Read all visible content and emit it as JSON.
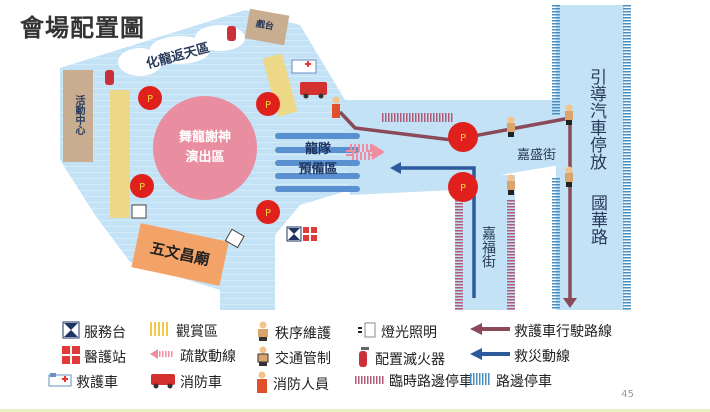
{
  "title": "會場配置圖",
  "map": {
    "areas": {
      "performance": [
        "舞龍謝神",
        "演出區"
      ],
      "dragon_return": "化龍返天區",
      "stage": "戲台",
      "activity_center": "活動中心",
      "temple": "五文昌廟",
      "dragon_team": [
        "龍隊",
        "預備區"
      ]
    },
    "streets": {
      "jiasheng": "嘉盛街",
      "jiafu": "嘉福街",
      "guohua": "國華路",
      "parking_note": "引導汽車停放"
    },
    "parking_symbol": "P"
  },
  "legend": [
    {
      "icon": "service-desk-icon",
      "label": "服務台"
    },
    {
      "icon": "viewing-area-icon",
      "label": "觀賞區"
    },
    {
      "icon": "order-guard-icon",
      "label": "秩序維護"
    },
    {
      "icon": "lighting-icon",
      "label": "燈光照明"
    },
    {
      "icon": "ambulance-route-icon",
      "label": "救護車行駛路線"
    },
    {
      "icon": "medical-station-icon",
      "label": "醫護站"
    },
    {
      "icon": "evacuation-route-icon",
      "label": "疏散動線"
    },
    {
      "icon": "traffic-control-icon",
      "label": "交通管制"
    },
    {
      "icon": "fire-extinguisher-icon",
      "label": "配置滅火器"
    },
    {
      "icon": "rescue-route-icon",
      "label": "救災動線"
    },
    {
      "icon": "ambulance-icon",
      "label": "救護車"
    },
    {
      "icon": "fire-truck-icon",
      "label": "消防車"
    },
    {
      "icon": "firefighter-icon",
      "label": "消防人員"
    },
    {
      "icon": "temp-parking-icon",
      "label": "臨時路邊停車"
    },
    {
      "icon": "roadside-parking-icon",
      "label": "路邊停車"
    }
  ],
  "page_number": "45",
  "colors": {
    "plaza": "#bfe0f5",
    "circle": "#e98ea0",
    "temple": "#f4a368",
    "ambulance_route": "#8a4a5a",
    "rescue_route": "#2d5a9a",
    "parking": "#e0201c"
  }
}
